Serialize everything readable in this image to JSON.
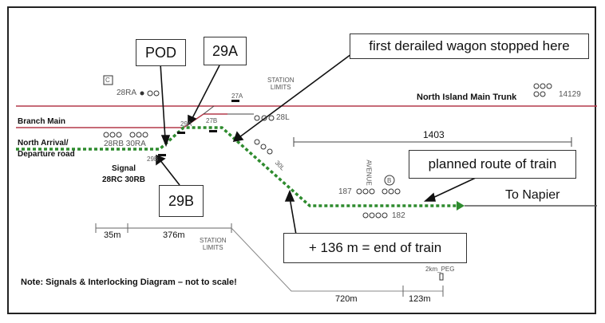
{
  "callouts": {
    "pod": "POD",
    "p29a": "29A",
    "p29b": "29B",
    "derailed": "first derailed wagon stopped here",
    "planned": "planned route of train",
    "end_of_train": "+ 136 m = end of train"
  },
  "labels": {
    "branch_main": "Branch Main",
    "north_arrival_1": "North Arrival/",
    "north_arrival_2": "Departure road",
    "signal": "Signal",
    "signal_ids": "28RC 30RB",
    "nimt": "North Island Main Trunk",
    "to_napier": "To Napier",
    "note": "Note: Signals & Interlocking Diagram – not to scale!"
  },
  "diagram_text": {
    "c_box": "C",
    "s28ra": "28RA",
    "station_limits": "STATION\nLIMITS",
    "s27a": "27A",
    "s27b": "27B",
    "s29a_track": "29A",
    "s28l": "28L",
    "s30l": "30L",
    "s28rb_30ra": "28RB 30RA",
    "s29b_track": "29B",
    "s14129": "14129",
    "s187": "187",
    "s182": "182",
    "b_circle": "B",
    "avenue": "AVENUE",
    "km_peg": "2km_PEG",
    "station_limits_2": "STATION\nLIMITS"
  },
  "dimensions": {
    "d1403": "1403",
    "d35": "35m",
    "d376": "376m",
    "d720": "720m",
    "d123": "123m"
  },
  "colors": {
    "main_line": "#b33a4a",
    "route_green": "#2e8b2e",
    "track_dark": "#333333"
  }
}
